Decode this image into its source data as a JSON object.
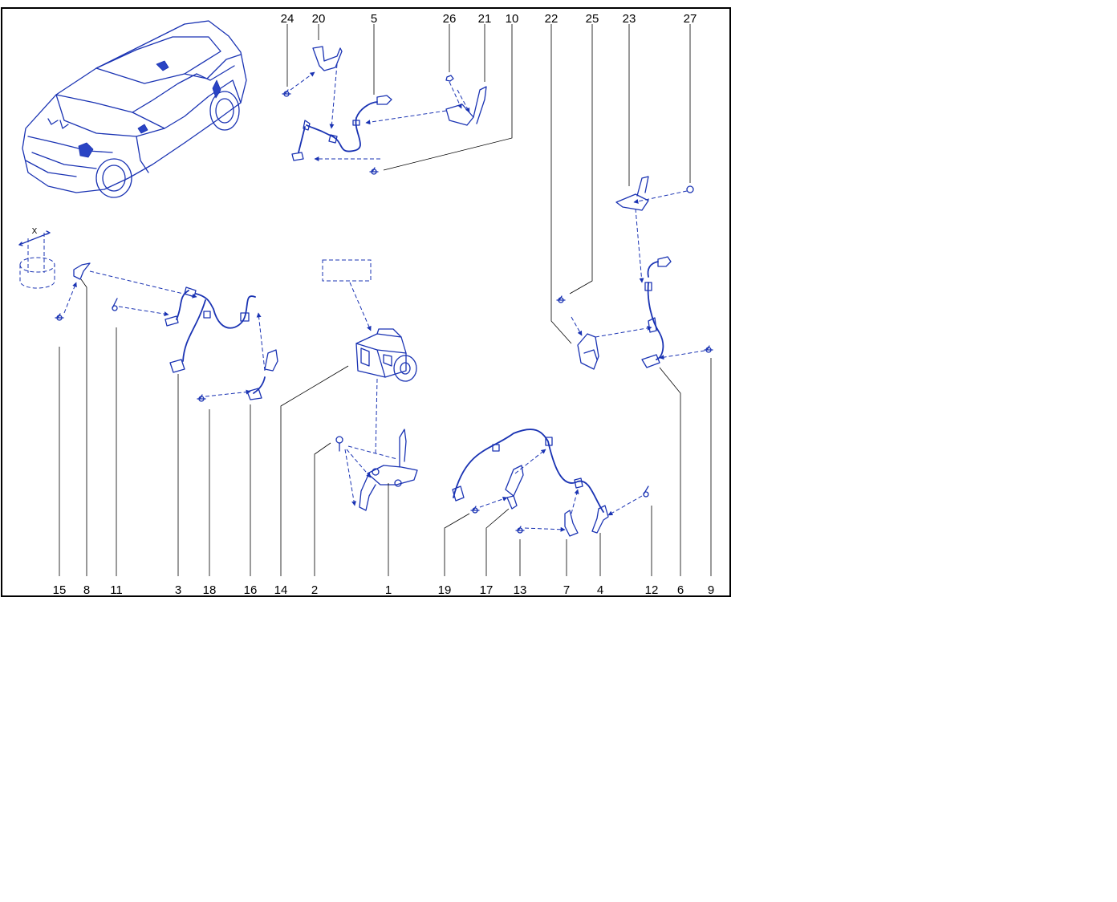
{
  "labels_top": [
    "24",
    "20",
    "5",
    "26",
    "21",
    "10",
    "22",
    "25",
    "23",
    "27"
  ],
  "labels_bottom": [
    "15",
    "8",
    "11",
    "3",
    "18",
    "16",
    "14",
    "2",
    "1",
    "19",
    "17",
    "13",
    "7",
    "4",
    "12",
    "6",
    "9"
  ],
  "dimension_label": "X",
  "colors": {
    "line": "#1a33b3",
    "fill": "#2a44c4",
    "text": "#000000"
  }
}
